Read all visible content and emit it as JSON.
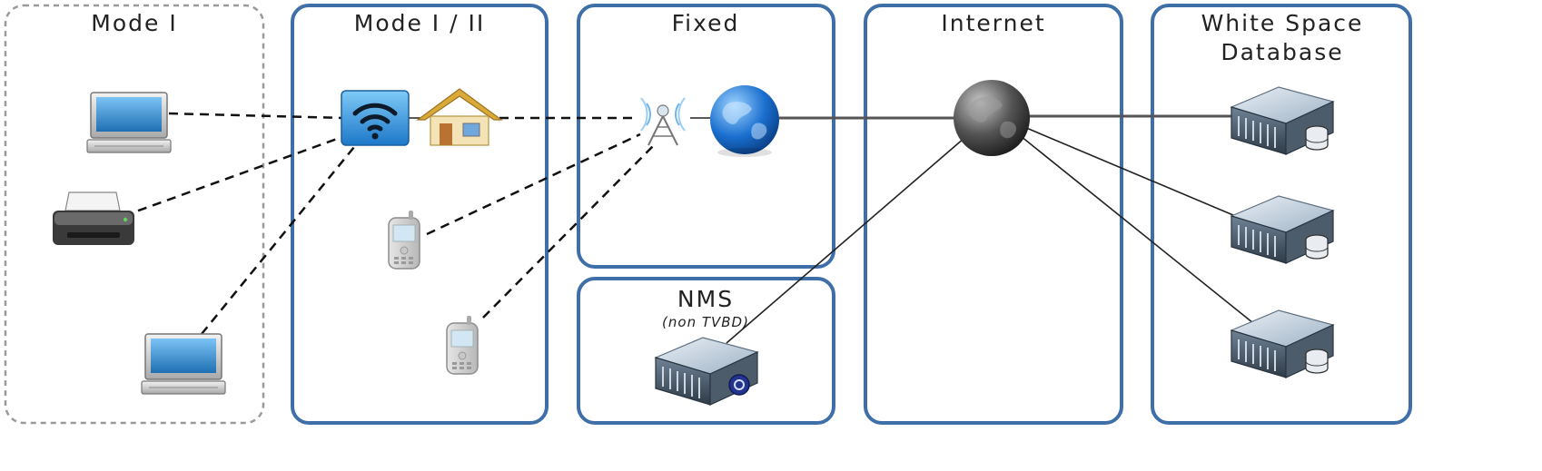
{
  "diagram": {
    "zones": {
      "mode1": {
        "title": "Mode I"
      },
      "mode12": {
        "title": "Mode I / II"
      },
      "fixed": {
        "title": "Fixed"
      },
      "nms": {
        "title": "NMS",
        "subtitle": "(non TVBD)"
      },
      "internet": {
        "title": "Internet"
      },
      "wsdb": {
        "title_line1": "White Space",
        "title_line2": "Database"
      }
    },
    "icons": [
      "laptop-icon",
      "printer-icon",
      "wifi-access-point-icon",
      "house-icon",
      "mobile-phone-icon",
      "radio-tower-icon",
      "globe-icon",
      "internet-cloud-icon",
      "server-icon",
      "database-server-icon"
    ],
    "colors": {
      "zone_border": "#3f6fa8",
      "mode1_border": "#9a9a9a",
      "wifi_blue": "#2f8fd8",
      "globe_blue": "#1a6fcf"
    }
  }
}
